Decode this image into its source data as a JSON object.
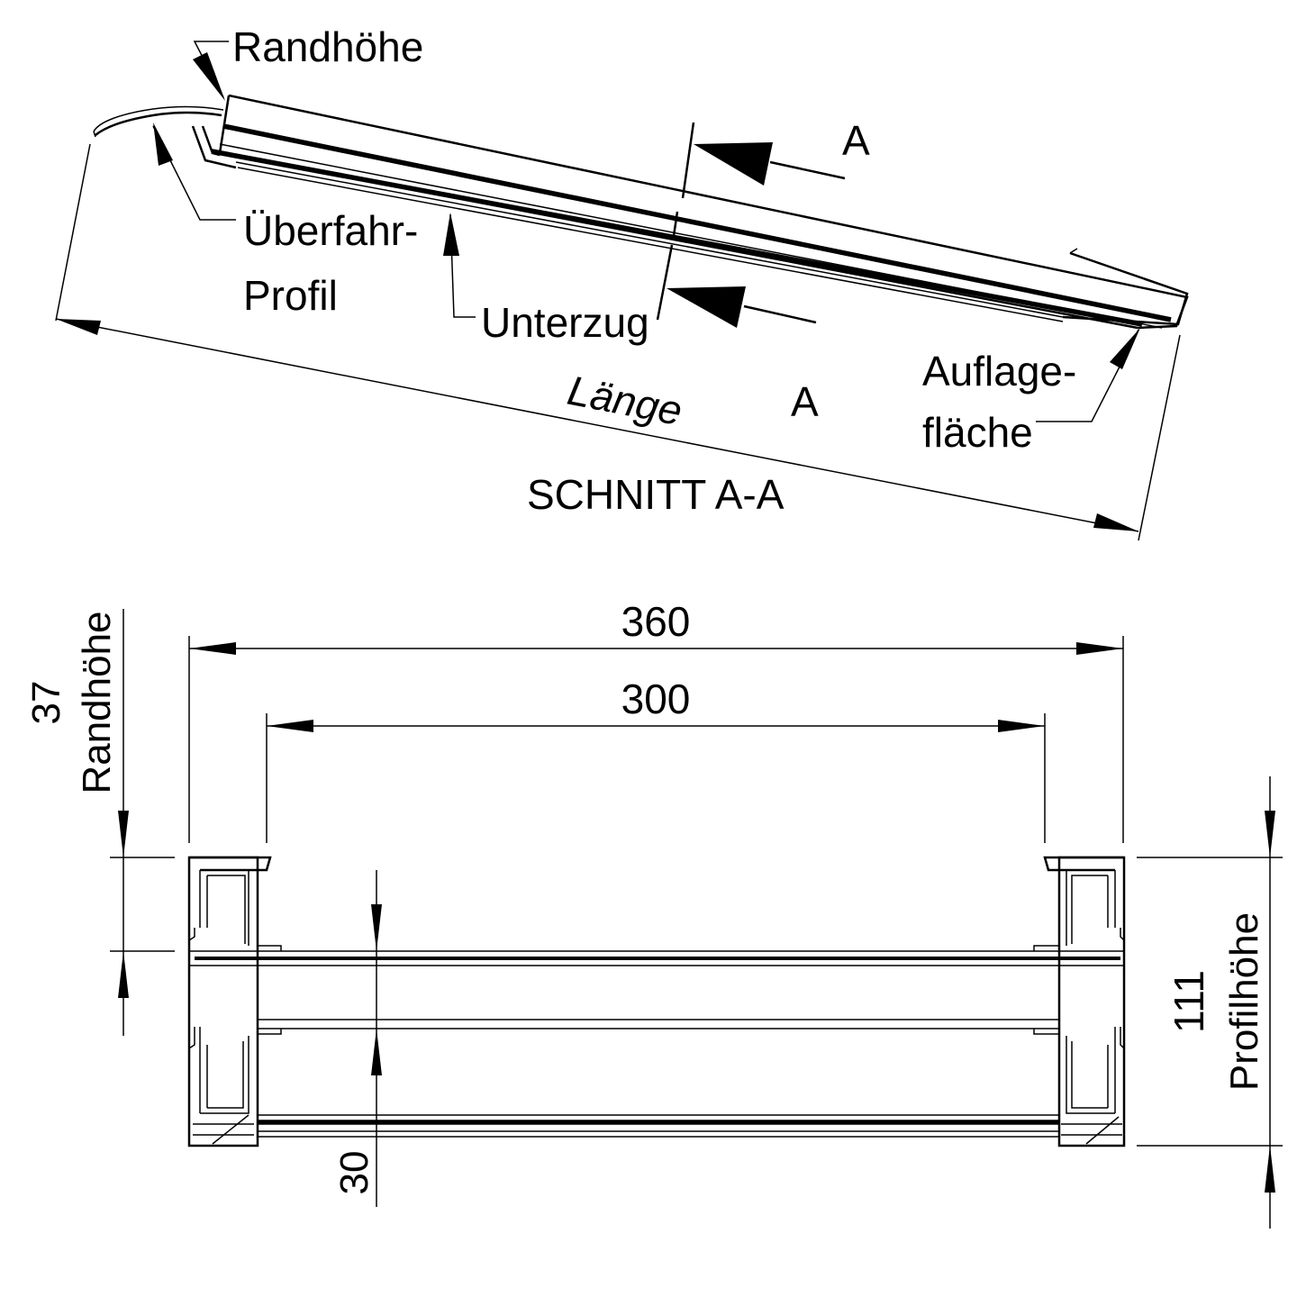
{
  "section": {
    "title": "SCHNITT A-A",
    "cut_marker": "A",
    "labels": {
      "randhoehe": "Randhöhe",
      "ueberfahr_line1": "Überfahr-",
      "ueberfahr_line2": "Profil",
      "unterzug": "Unterzug",
      "laenge": "Länge",
      "auflage_line1": "Auflage-",
      "auflage_line2": "fläche"
    }
  },
  "cross_section": {
    "dims": {
      "outer_width": "360",
      "inner_width": "300",
      "rand_value": "37",
      "rand_label": "Randhöhe",
      "profil_value": "111",
      "profil_label": "Profilhöhe",
      "bar_height": "30"
    }
  },
  "colors": {
    "line": "#000000",
    "background": "#ffffff"
  }
}
